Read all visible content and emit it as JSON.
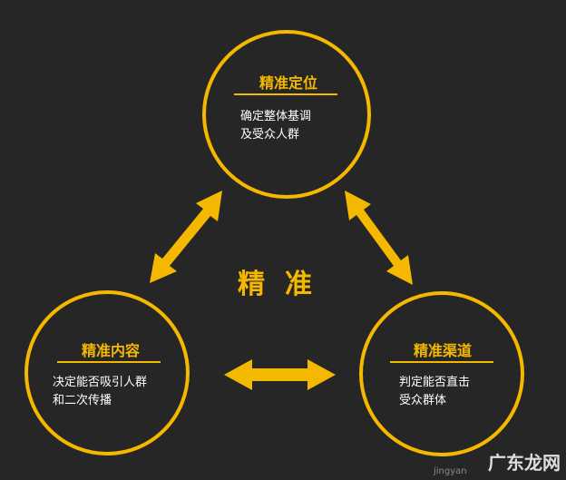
{
  "nodes": {
    "top": {
      "title": "精准定位",
      "lines": [
        "确定整体基调",
        "及受众人群"
      ]
    },
    "left": {
      "title": "精准内容",
      "lines": [
        "决定能否吸引人群",
        "和二次传播"
      ]
    },
    "right": {
      "title": "精准渠道",
      "lines": [
        "判定能否直击",
        "受众群体"
      ]
    }
  },
  "center": {
    "label": "精准"
  },
  "watermark": {
    "text": "广东龙网",
    "sub": "jingyan"
  },
  "colors": {
    "background": "#262626",
    "accent": "#f5b800",
    "text": "#ffffff"
  }
}
